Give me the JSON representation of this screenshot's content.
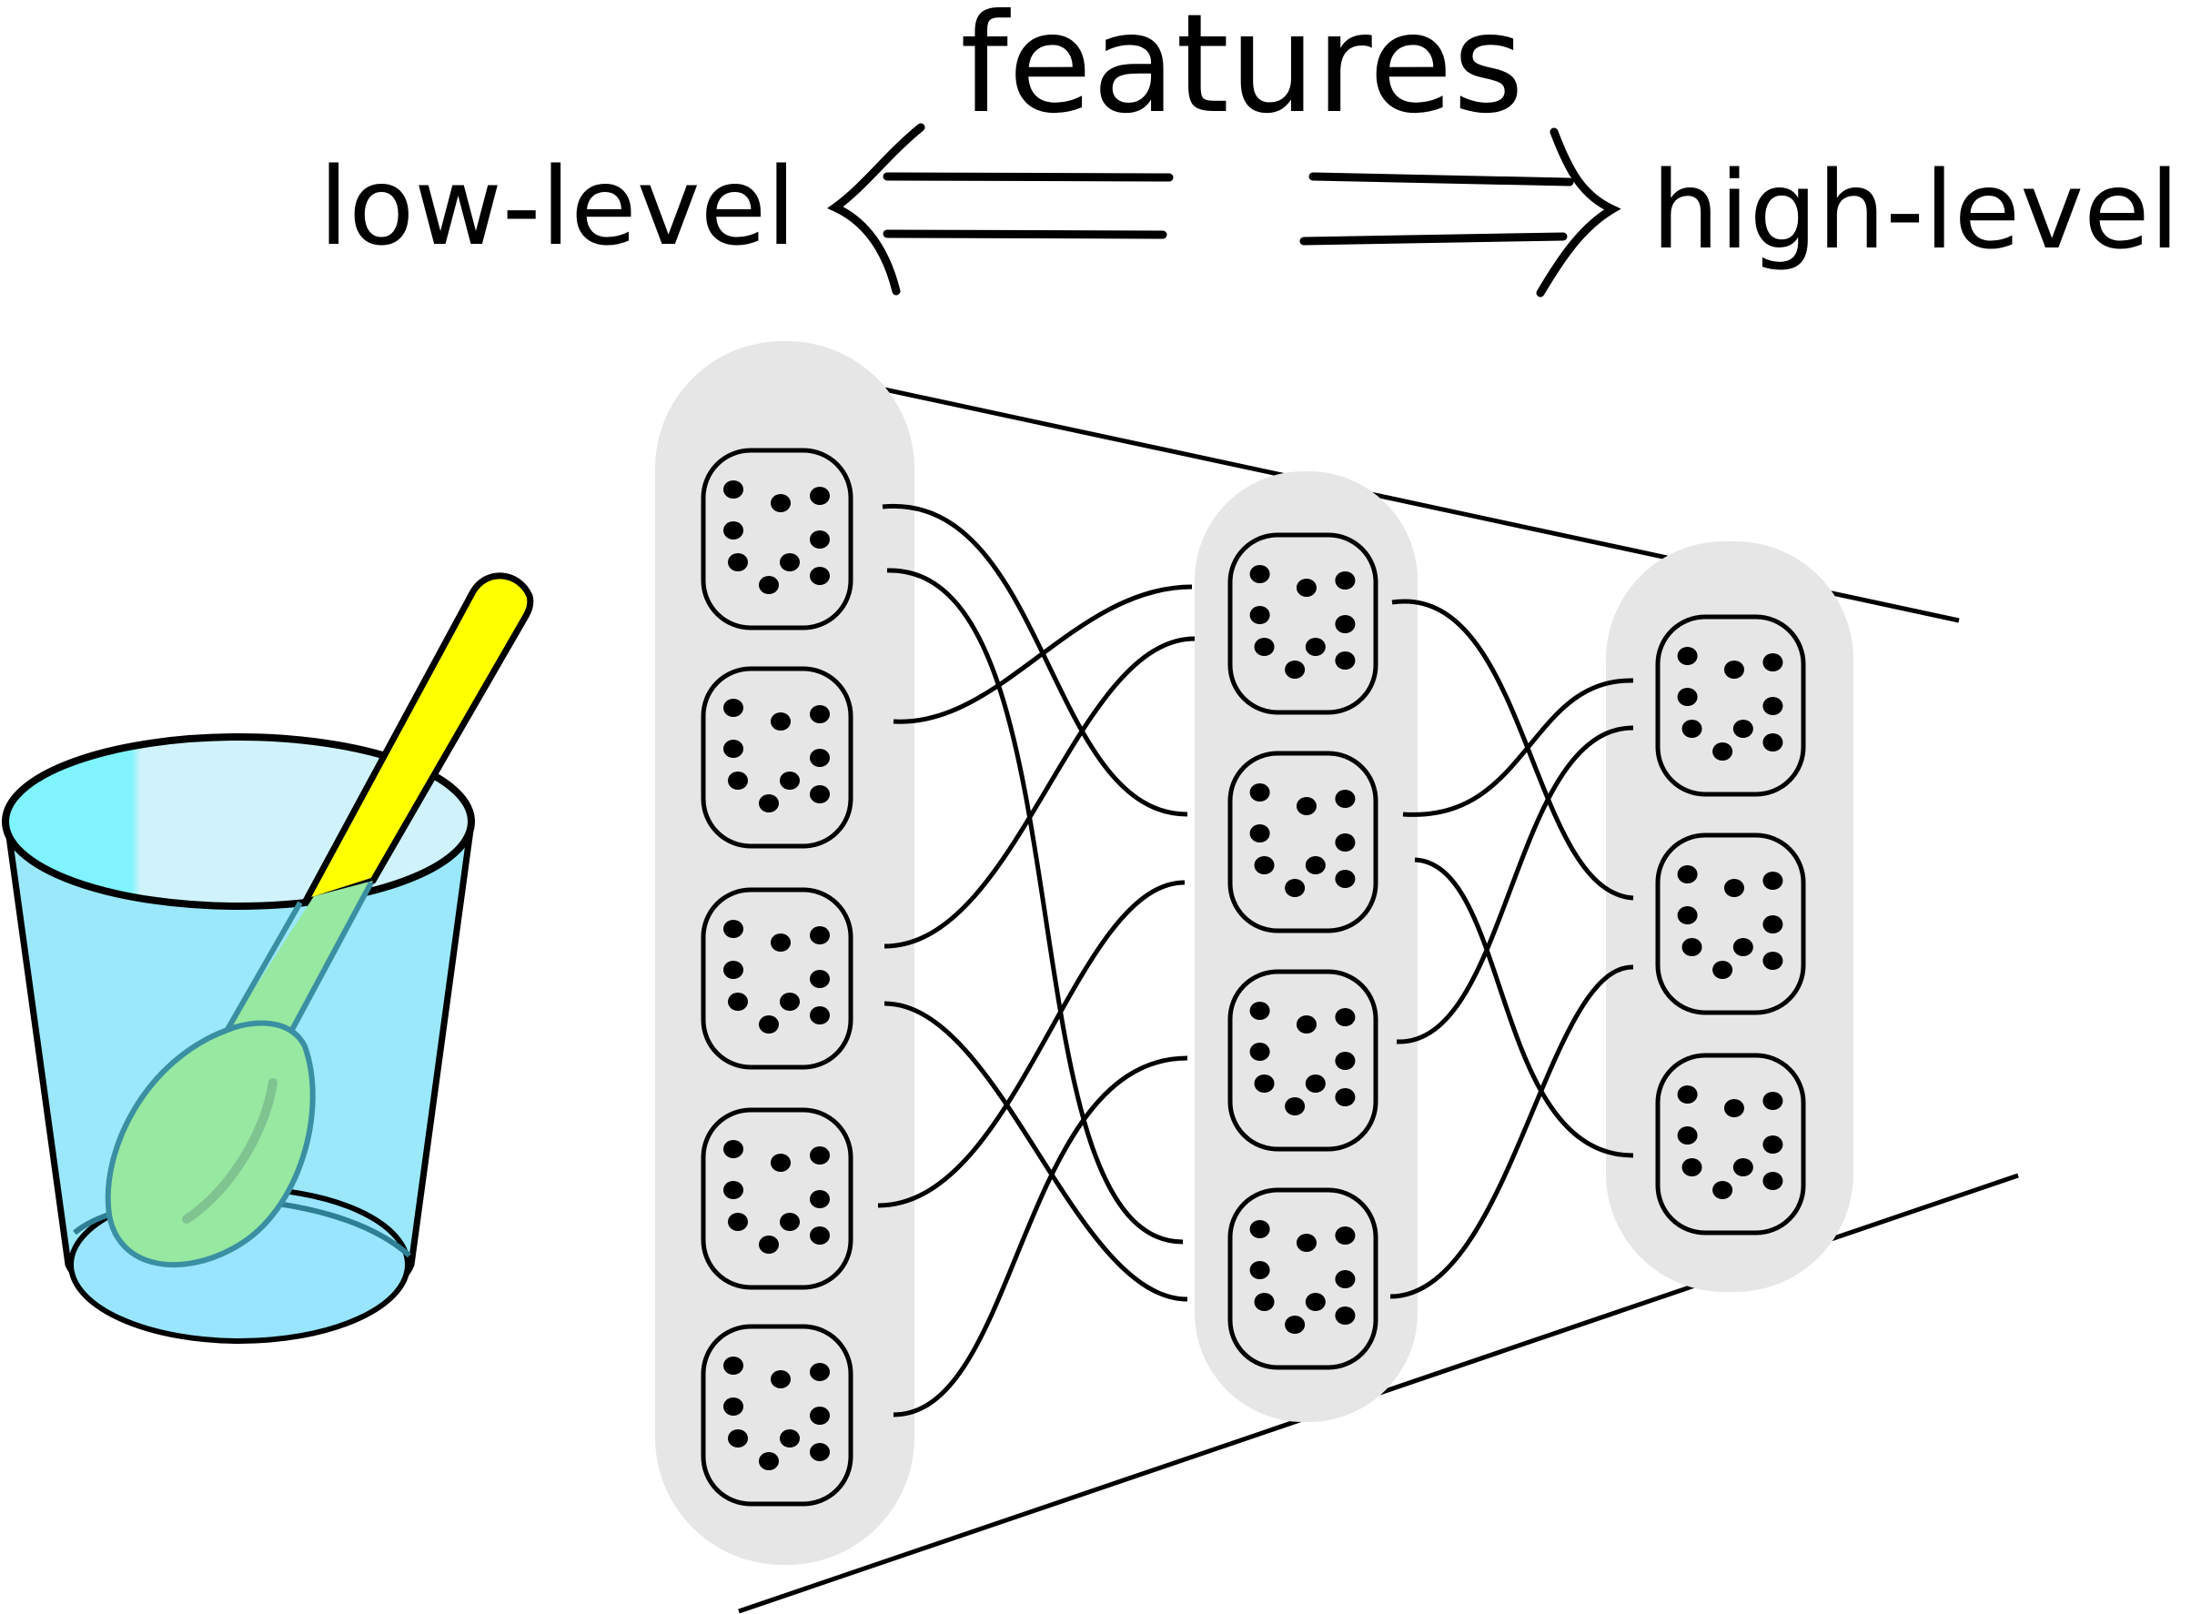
{
  "labels": {
    "title": "features",
    "left": "low-level",
    "right": "high-level"
  },
  "layers": [
    {
      "units": 5
    },
    {
      "units": 4
    },
    {
      "units": 3
    }
  ],
  "colors": {
    "stroke": "#000000",
    "layer_bg": "#e6e6e6",
    "cup_water": "#9ae8fa",
    "cup_rim": "#d0f3fb",
    "spoon_handle": "#ffff00",
    "spoon_bowl": "#97e8a0",
    "spoon_outline": "#3a8fa2"
  },
  "icons": [
    "cup-icon",
    "spoon-icon",
    "arrow-left-icon",
    "arrow-right-icon"
  ]
}
